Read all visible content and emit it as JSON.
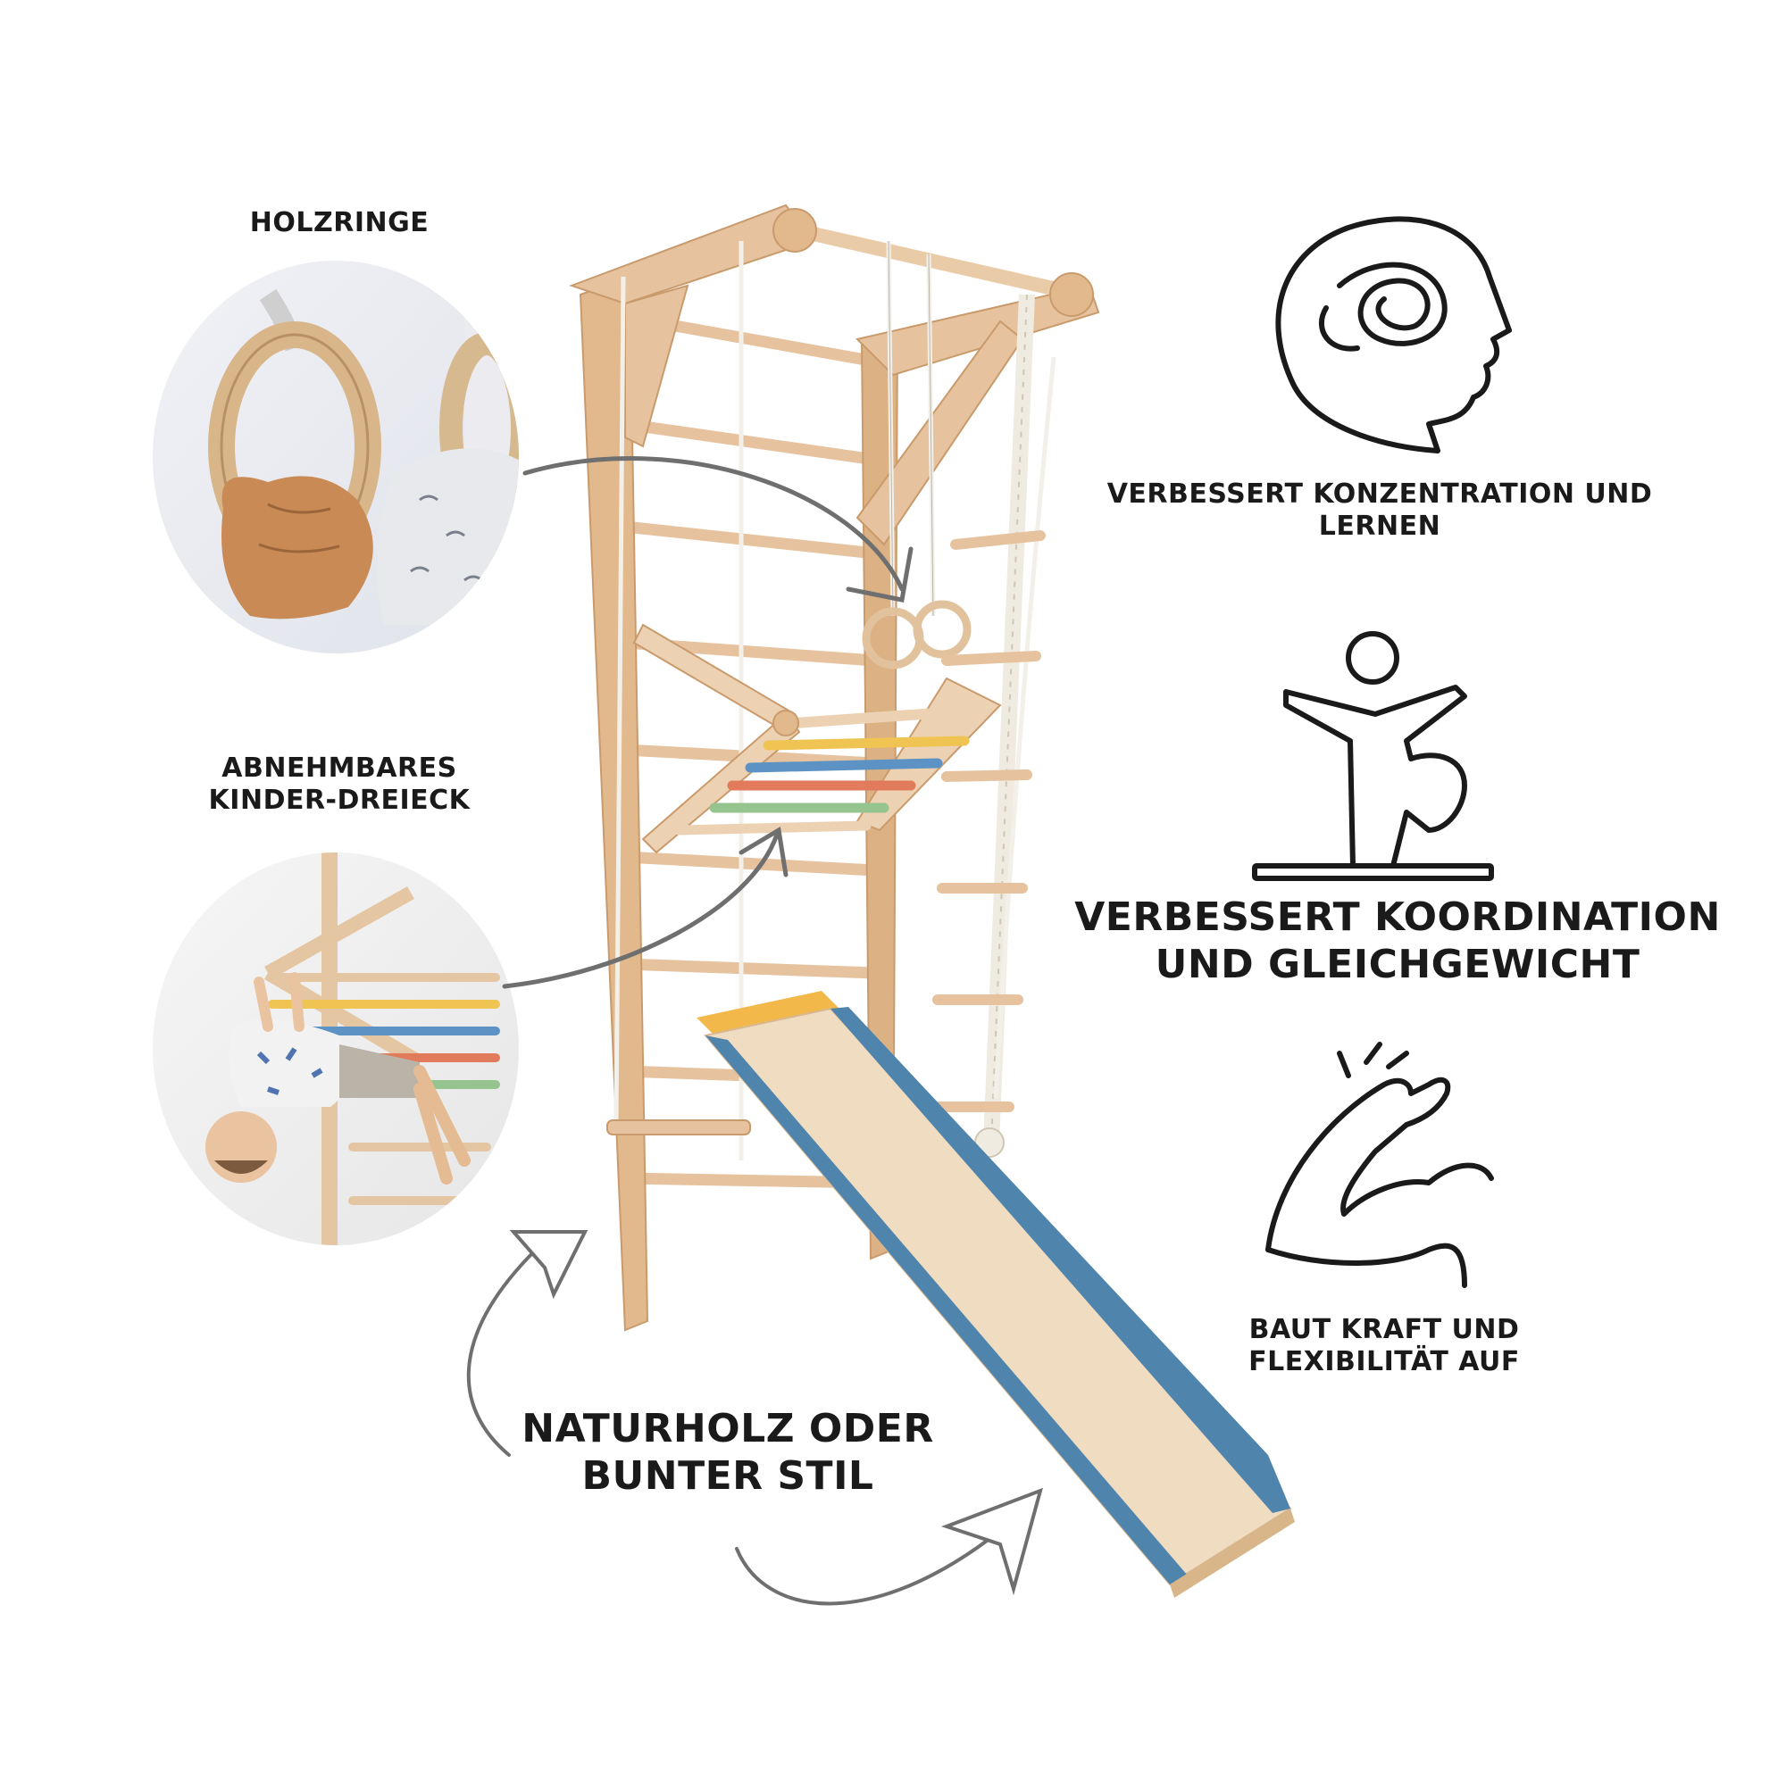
{
  "labels": {
    "rings": "HOLZRINGE",
    "triangle": [
      "ABNEHMBARES",
      "KINDER-DREIECK"
    ],
    "concentration": [
      "VERBESSERT KONZENTRATION UND",
      "LERNEN"
    ],
    "coordination": [
      "VERBESSERT KOORDINATION",
      "UND GLEICHGEWICHT"
    ],
    "strength": [
      "BAUT KRAFT UND",
      "FLEXIBILITÄT AUF"
    ],
    "wood_style": [
      "NATURHOLZ ODER",
      "BUNTER STIL"
    ]
  },
  "icons": {
    "brain": "brain-head-icon",
    "balance": "balance-person-icon",
    "muscle": "flexed-arm-icon"
  },
  "colors": {
    "wood": "#e8c9a3",
    "wood_dark": "#c99a6c",
    "ramp_blue": "#4f84ad",
    "ramp_yellow": "#f2b94a",
    "bar_red": "#e27a5c",
    "bar_yellow": "#f0c453",
    "bar_blue": "#5c93c4",
    "bar_green": "#95c48f",
    "arrow": "#6f6f6f",
    "icon": "#1a1a1a"
  }
}
